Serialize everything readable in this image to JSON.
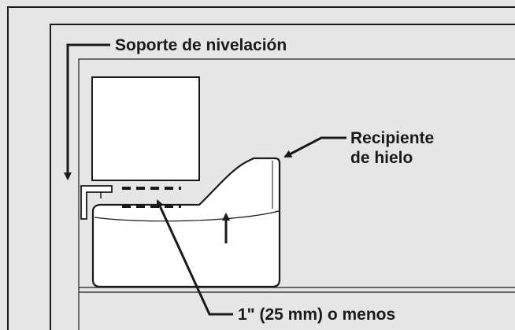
{
  "labels": {
    "leveling_bracket": "Soporte de nivelación",
    "ice_bin_line1": "Recipiente",
    "ice_bin_line2": "de hielo",
    "clearance": "1\" (25 mm) o menos"
  },
  "colors": {
    "background": "#ffffff",
    "panel_fill": "#e6e6e6",
    "line": "#1a1a1a",
    "part_fill": "#ffffff"
  }
}
